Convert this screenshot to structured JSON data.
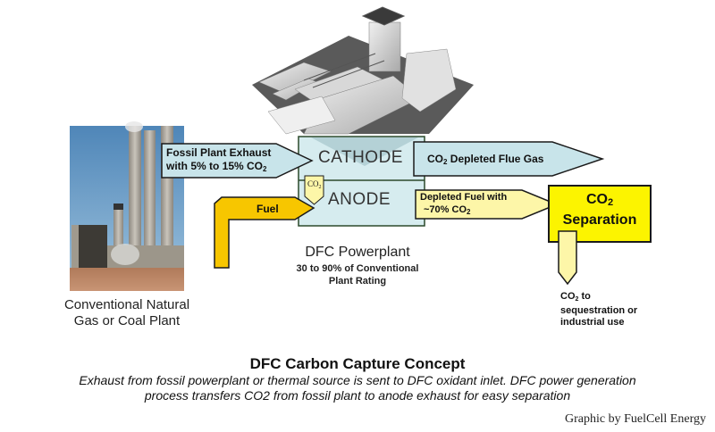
{
  "colors": {
    "light_blue": "#c8e4ea",
    "light_blue_box": "#d6ecef",
    "cathode_triangle": "#aac9cf",
    "fuel_orange": "#f7c600",
    "pale_yellow": "#fdf6a8",
    "separation_yellow": "#fcf400",
    "outline": "#1a1a1a",
    "dfc_border": "#2c4a2c"
  },
  "images": {
    "fossil_plant_photo": "Conventional power plant with smokestacks",
    "dfc_plant_render": "DFC fuel cell powerplant 3D rendering"
  },
  "labels": {
    "fossil_exhaust_line1": "Fossil Plant Exhaust",
    "fossil_exhaust_line2_prefix": "with 5% to 15% CO",
    "cathode": "CATHODE",
    "anode": "ANODE",
    "co2_small": "CO",
    "fuel": "Fuel",
    "flue_gas_prefix": "CO",
    "flue_gas_suffix": " Depleted Flue Gas",
    "depleted_fuel_line1": "Depleted Fuel with",
    "depleted_fuel_line2_prefix": "~70% CO",
    "separation_line1_prefix": "CO",
    "separation_line2": "Separation",
    "sequestration_line1_prefix": "CO",
    "sequestration_line1_suffix": " to",
    "sequestration_line2": "sequestration or",
    "sequestration_line3": "industrial use",
    "subscript_2": "2",
    "plant_caption_line1": "Conventional Natural",
    "plant_caption_line2": "Gas or Coal Plant",
    "dfc_title": "DFC Powerplant",
    "dfc_sub_line1": "30 to 90% of Conventional",
    "dfc_sub_line2": "Plant Rating"
  },
  "footer": {
    "title": "DFC Carbon Capture Concept",
    "description_line1": "Exhaust from fossil powerplant or thermal source is sent to DFC oxidant inlet.  DFC power generation",
    "description_line2": "process transfers CO2 from fossil plant to anode exhaust for easy separation",
    "credit": "Graphic by FuelCell Energy"
  }
}
